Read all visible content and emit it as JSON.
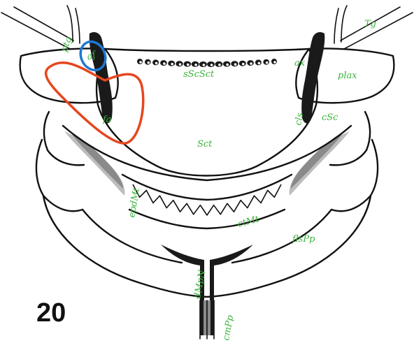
{
  "figure_number": "20",
  "labels": {
    "ptg": "ptg",
    "af": "af",
    "fa": "fa",
    "sScSct": "sScSct",
    "ax": "ax",
    "plax": "plax",
    "Tg": "Tg",
    "cls": "cls",
    "cSc": "cSc",
    "Sct": "Sct",
    "epdMt": "epdMt",
    "ctMt": "ctMt",
    "flsPp": "flsPp",
    "dMpN": "dMpN",
    "cmPp": "cmPp"
  },
  "colors": {
    "label": "#3cb43c",
    "highlight_blue": "#1e78d2",
    "highlight_red": "#e6461e",
    "line": "#111111"
  }
}
